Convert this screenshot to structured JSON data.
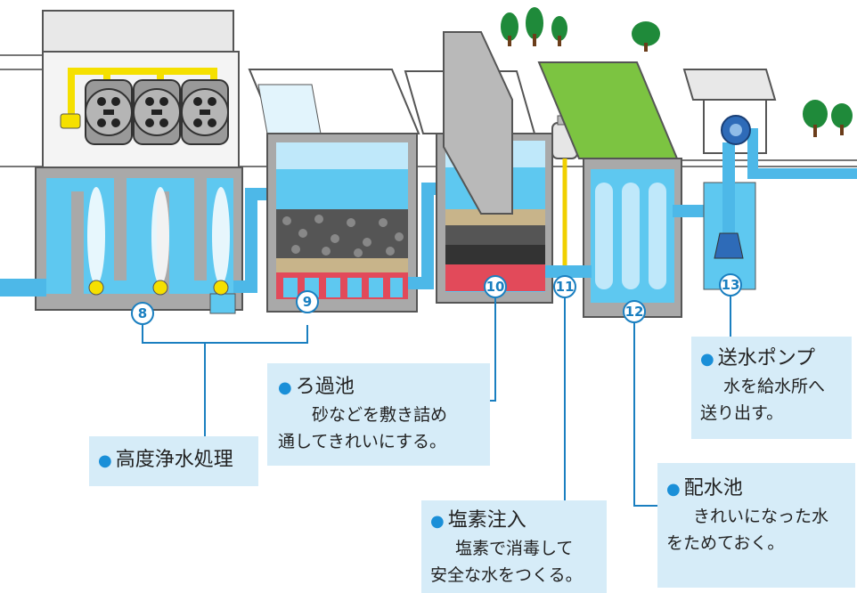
{
  "stage_numbers": {
    "s8": "8",
    "s9": "9",
    "s10": "10",
    "s11": "11",
    "s12": "12",
    "s13": "13"
  },
  "callouts": {
    "advanced": {
      "title": "高度浄水処理"
    },
    "filter": {
      "title": "ろ過池",
      "line1": "砂などを敷き詰め",
      "line2": "通してきれいにする。"
    },
    "chlorine": {
      "title": "塩素注入",
      "line1": "塩素で消毒して",
      "line2": "安全な水をつくる。"
    },
    "reservoir": {
      "title": "配水池",
      "line1": "きれいになった水",
      "line2": "をためておく。"
    },
    "pump": {
      "title": "送水ポンプ",
      "line1": "水を給水所へ",
      "line2": "送り出す。"
    }
  },
  "colors": {
    "water": "#5ec8f0",
    "water_light": "#bfe8fa",
    "wall": "#a9a9a9",
    "wall_dark": "#6e6e6e",
    "pipe": "#4db8e8",
    "chlorine_line": "#f0d000",
    "ozone_pipe": "#f5e000",
    "leader": "#1a7fc0",
    "callout_bg": "#d6ecf8",
    "grass": "#7cc441",
    "tree": "#1f8a3a",
    "gravel": "#555555",
    "sand": "#c8b48a",
    "underdrain": "#e24a5a"
  },
  "icons": [
    "tree-icon",
    "ozone-generator-icon",
    "chlorine-tank-icon",
    "pump-motor-icon"
  ]
}
